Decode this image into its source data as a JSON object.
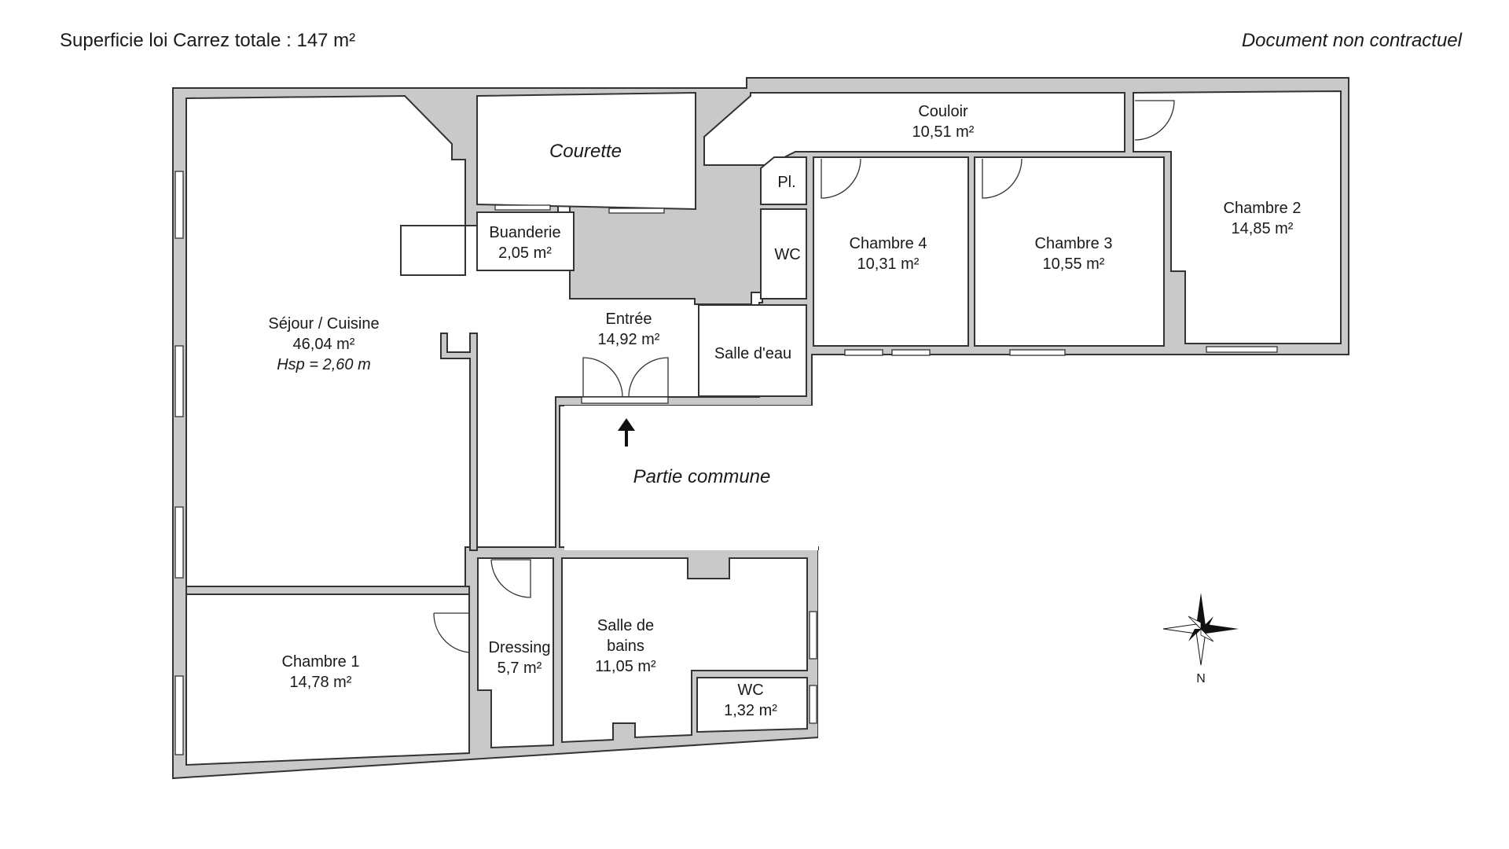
{
  "header": {
    "surface_label": "Superficie loi Carrez totale :  147 m²",
    "disclaimer": "Document non contractuel"
  },
  "rooms": {
    "sejour": {
      "name": "Séjour / Cuisine",
      "area": "46,04 m²",
      "height": "Hsp = 2,60 m"
    },
    "courette": {
      "name": "Courette"
    },
    "buanderie": {
      "name": "Buanderie",
      "area": "2,05 m²"
    },
    "couloir": {
      "name": "Couloir",
      "area": "10,51 m²"
    },
    "placard": {
      "name": "Pl."
    },
    "wc_north": {
      "name": "WC"
    },
    "chambre4": {
      "name": "Chambre 4",
      "area": "10,31 m²"
    },
    "chambre3": {
      "name": "Chambre 3",
      "area": "10,55 m²"
    },
    "chambre2": {
      "name": "Chambre 2",
      "area": "14,85 m²"
    },
    "entree": {
      "name": "Entrée",
      "area": "14,92 m²"
    },
    "salle_eau": {
      "name": "Salle d'eau"
    },
    "partie_commune": {
      "name": "Partie commune"
    },
    "chambre1": {
      "name": "Chambre 1",
      "area": "14,78 m²"
    },
    "dressing": {
      "name": "Dressing",
      "area": "5,7 m²"
    },
    "salle_bains": {
      "name_line1": "Salle de",
      "name_line2": "bains",
      "area": "11,05 m²"
    },
    "wc_south": {
      "name": "WC",
      "area": "1,32 m²"
    }
  },
  "compass": {
    "north_label": "N"
  }
}
